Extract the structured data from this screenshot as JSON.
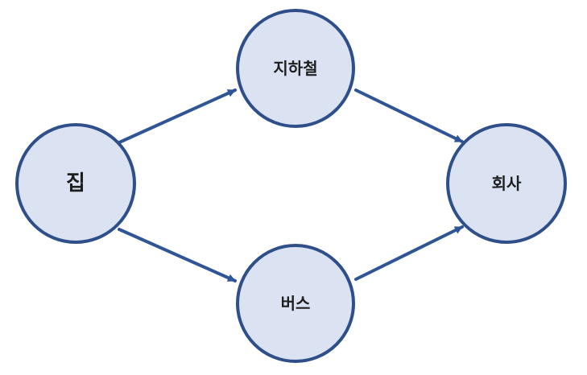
{
  "colors": {
    "node_fill": "#dbe3f2",
    "node_stroke": "#2f4f8a",
    "edge": "#2f5597",
    "text": "#1e1e1e"
  },
  "nodes": {
    "home": {
      "label": "집"
    },
    "subway": {
      "label": "지하철"
    },
    "bus": {
      "label": "버스"
    },
    "office": {
      "label": "회사"
    }
  },
  "edges": [
    {
      "from": "home",
      "to": "subway"
    },
    {
      "from": "home",
      "to": "bus"
    },
    {
      "from": "subway",
      "to": "office"
    },
    {
      "from": "bus",
      "to": "office"
    }
  ]
}
